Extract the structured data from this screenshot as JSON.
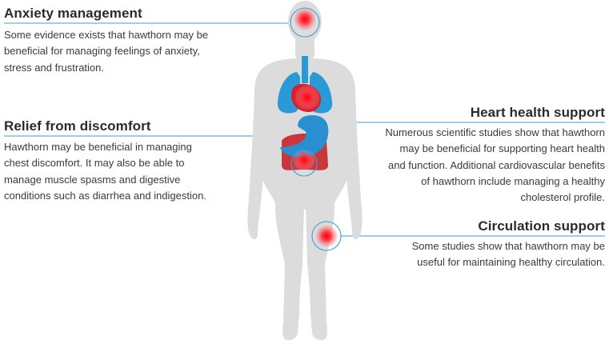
{
  "sections": {
    "anxiety": {
      "title": "Anxiety management",
      "body": "Some evidence exists that hawthorn may be beneficial for managing feelings of anxiety, stress and frustration."
    },
    "discomfort": {
      "title": "Relief from discomfort",
      "body": "Hawthorn may be beneficial in managing chest discomfort. It may also be able to manage muscle spasms and digestive conditions such as diarrhea and indigestion."
    },
    "heart": {
      "title": "Heart health support",
      "body": "Numerous scientific studies show that hawthorn may be beneficial for supporting heart health and function. Additional cardiovascular benefits of hawthorn include managing a healthy cholesterol profile."
    },
    "circulation": {
      "title": "Circulation support",
      "body": "Some studies show that hawthorn may be useful for maintaining healthy circulation."
    }
  },
  "colors": {
    "body": "#dcdcdc",
    "leader": "#3b9fd6",
    "hotspot": "#e8141d",
    "heart": "#d8202a",
    "lungs": "#2a9ad6",
    "stomach": "#2a8fd0",
    "intestine": "#c9373d",
    "text": "#3a3a3a",
    "heading": "#2b2b2b"
  },
  "icons": [
    "human-body-silhouette",
    "brain-hotspot",
    "heart-hotspot",
    "abdomen-hotspot",
    "thigh-hotspot"
  ]
}
